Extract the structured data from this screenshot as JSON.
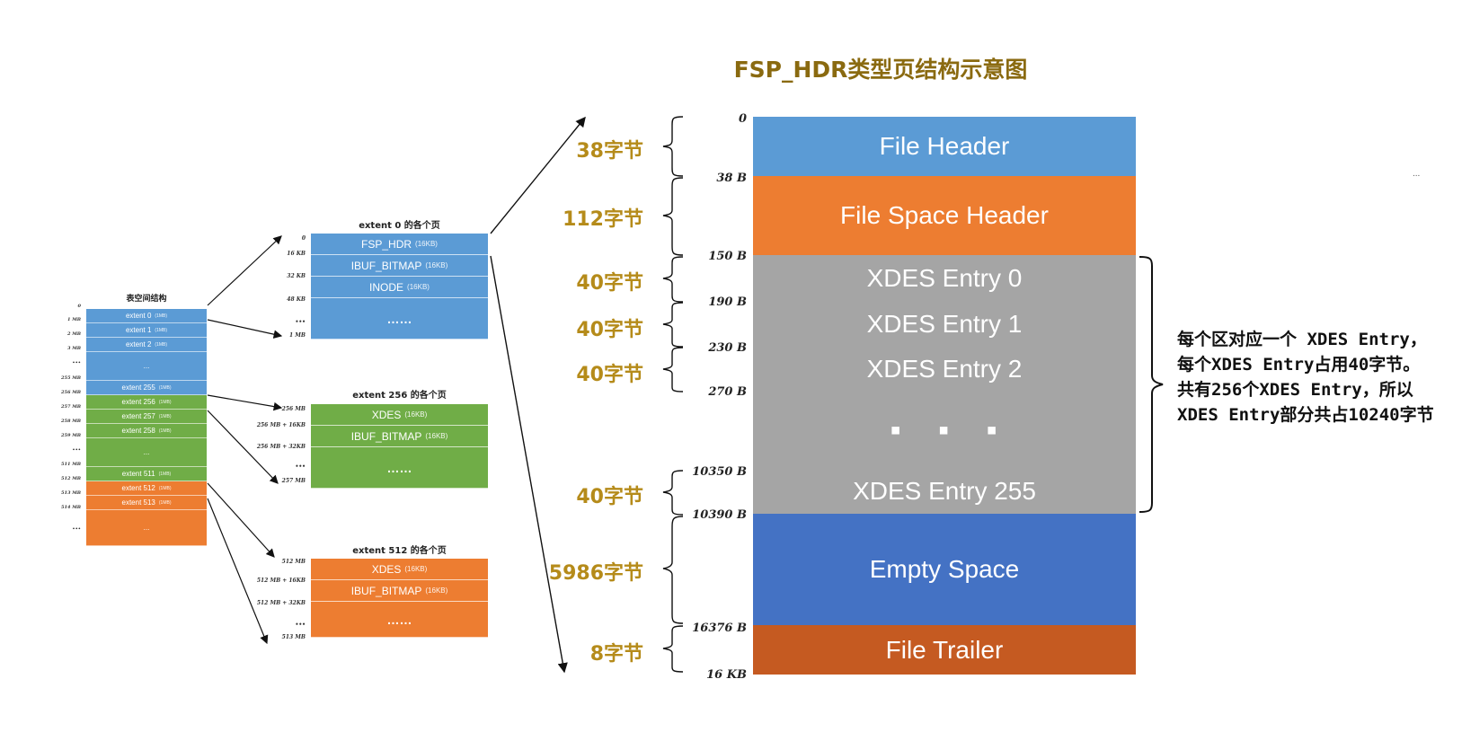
{
  "title": "FSP_HDR类型页结构示意图",
  "segments": [
    {
      "label": "File Header",
      "color": "#5b9bd5"
    },
    {
      "label": "File Space Header",
      "color": "#ed7d31"
    },
    {
      "label": "XDES Entry 0",
      "color": "#a5a5a5"
    },
    {
      "label": "XDES Entry 1",
      "color": "#a5a5a5"
    },
    {
      "label": "XDES Entry 2",
      "color": "#a5a5a5"
    },
    {
      "label": "▪ ▪ ▪",
      "color": "#a5a5a5"
    },
    {
      "label": "XDES Entry 255",
      "color": "#a5a5a5"
    },
    {
      "label": "Empty Space",
      "color": "#4472c4"
    },
    {
      "label": "File Trailer",
      "color": "#c55a21"
    }
  ],
  "offsets": [
    "0",
    "38 B",
    "150 B",
    "190 B",
    "230 B",
    "270 B",
    "10350 B",
    "10390 B",
    "16376 B",
    "16 KB"
  ],
  "sizes": [
    "38字节",
    "112字节",
    "40字节",
    "40字节",
    "40字节",
    "40字节",
    "5986字节",
    "8字节"
  ],
  "note": [
    "每个区对应一个 XDES Entry，",
    "每个XDES Entry占用40字节。",
    "共有256个XDES Entry，所以",
    "XDES Entry部分共占10240字节"
  ],
  "corner_dots": "...",
  "tablespace": {
    "title": "表空间结构",
    "cells": [
      {
        "label": "extent 0",
        "tag": "(1MB)",
        "color": "#5b9bd5"
      },
      {
        "label": "extent 1",
        "tag": "(1MB)",
        "color": "#5b9bd5"
      },
      {
        "label": "extent 2",
        "tag": "(1MB)",
        "color": "#5b9bd5"
      },
      {
        "label": "...",
        "tag": "",
        "color": "#5b9bd5"
      },
      {
        "label": "extent 255",
        "tag": "(1MB)",
        "color": "#5b9bd5"
      },
      {
        "label": "extent 256",
        "tag": "(1MB)",
        "color": "#70ad47"
      },
      {
        "label": "extent 257",
        "tag": "(1MB)",
        "color": "#70ad47"
      },
      {
        "label": "extent 258",
        "tag": "(1MB)",
        "color": "#70ad47"
      },
      {
        "label": "...",
        "tag": "",
        "color": "#70ad47"
      },
      {
        "label": "extent 511",
        "tag": "(1MB)",
        "color": "#70ad47"
      },
      {
        "label": "extent 512",
        "tag": "(1MB)",
        "color": "#ed7d31"
      },
      {
        "label": "extent 513",
        "tag": "(1MB)",
        "color": "#ed7d31"
      },
      {
        "label": "...",
        "tag": "",
        "color": "#ed7d31"
      }
    ],
    "offsets": [
      "0",
      "1 MB",
      "2 MB",
      "3 MB",
      "•••",
      "255 MB",
      "256 MB",
      "257 MB",
      "258 MB",
      "259 MB",
      "•••",
      "511 MB",
      "512 MB",
      "513 MB",
      "514 MB",
      "•••"
    ]
  },
  "groups": [
    {
      "title": "extent 0 的各个页",
      "color": "#5b9bd5",
      "cells": [
        {
          "label": "FSP_HDR",
          "tag": "(16KB)"
        },
        {
          "label": "IBUF_BITMAP",
          "tag": "(16KB)"
        },
        {
          "label": "INODE",
          "tag": "(16KB)"
        },
        {
          "label": "……",
          "tag": ""
        }
      ],
      "offsets": [
        "0",
        "16 KB",
        "32 KB",
        "48 KB",
        "•••",
        "1 MB"
      ]
    },
    {
      "title": "extent 256 的各个页",
      "color": "#70ad47",
      "cells": [
        {
          "label": "XDES",
          "tag": "(16KB)"
        },
        {
          "label": "IBUF_BITMAP",
          "tag": "(16KB)"
        },
        {
          "label": "……",
          "tag": ""
        }
      ],
      "offsets": [
        "256 MB",
        "256 MB + 16KB",
        "256 MB + 32KB",
        "•••",
        "257 MB"
      ]
    },
    {
      "title": "extent 512 的各个页",
      "color": "#ed7d31",
      "cells": [
        {
          "label": "XDES",
          "tag": "(16KB)"
        },
        {
          "label": "IBUF_BITMAP",
          "tag": "(16KB)"
        },
        {
          "label": "……",
          "tag": ""
        }
      ],
      "offsets": [
        "512 MB",
        "512 MB + 16KB",
        "512 MB + 32KB",
        "•••",
        "513 MB"
      ]
    }
  ]
}
